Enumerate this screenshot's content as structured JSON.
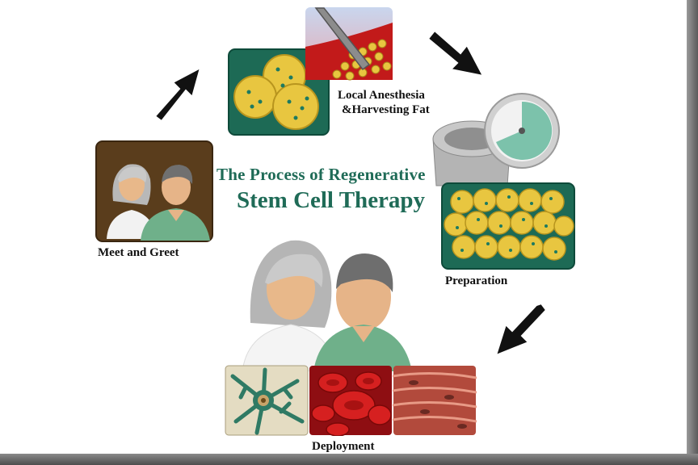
{
  "title": {
    "line1": "The Process of Regenerative",
    "line2": "Stem Cell Therapy"
  },
  "steps": {
    "meet": "Meet and Greet",
    "local_line1": "Local Anesthesia",
    "local_line2": "&Harvesting Fat",
    "prep": "Preparation",
    "deploy": "Deployment"
  },
  "colors": {
    "title_green": "#1f6b57",
    "panel_green": "#1d6a55",
    "panel_brown": "#5a3d1c",
    "fat_yellow": "#e8c640",
    "blood_red": "#c01818",
    "frame_gray": "#6a6a6a"
  }
}
